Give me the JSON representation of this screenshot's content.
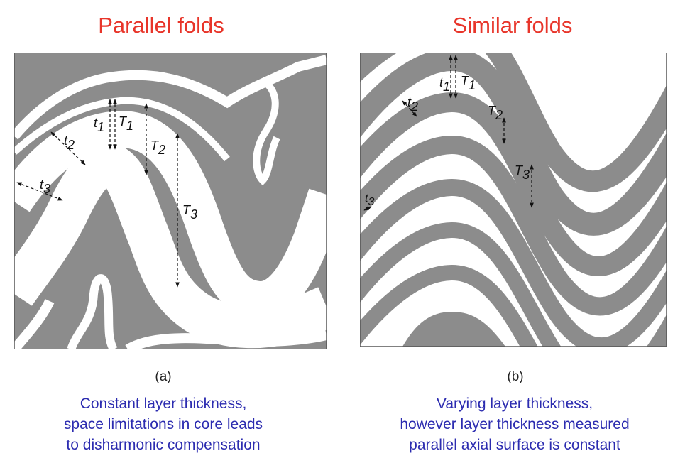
{
  "panels": [
    {
      "title": "Parallel folds",
      "sublabel": "(a)",
      "caption": [
        "Constant layer thickness,",
        "space limitations in core leads",
        "to disharmonic compensation"
      ],
      "labels": {
        "t1": "t",
        "T1": "T",
        "t2": "t",
        "T2": "T",
        "t3": "t",
        "T3": "T"
      }
    },
    {
      "title": "Similar folds",
      "sublabel": "(b)",
      "caption": [
        "Varying layer thickness,",
        "however layer thickness measured",
        "parallel axial surface is constant"
      ],
      "labels": {
        "t1": "t",
        "T1": "T",
        "t2": "t",
        "T2": "T",
        "t3": "t",
        "T3": "T"
      }
    }
  ],
  "subscripts": {
    "one": "1",
    "two": "2",
    "three": "3"
  },
  "colors": {
    "title": "#e8352a",
    "caption": "#2c2cb0",
    "layer": "#8c8c8c"
  }
}
